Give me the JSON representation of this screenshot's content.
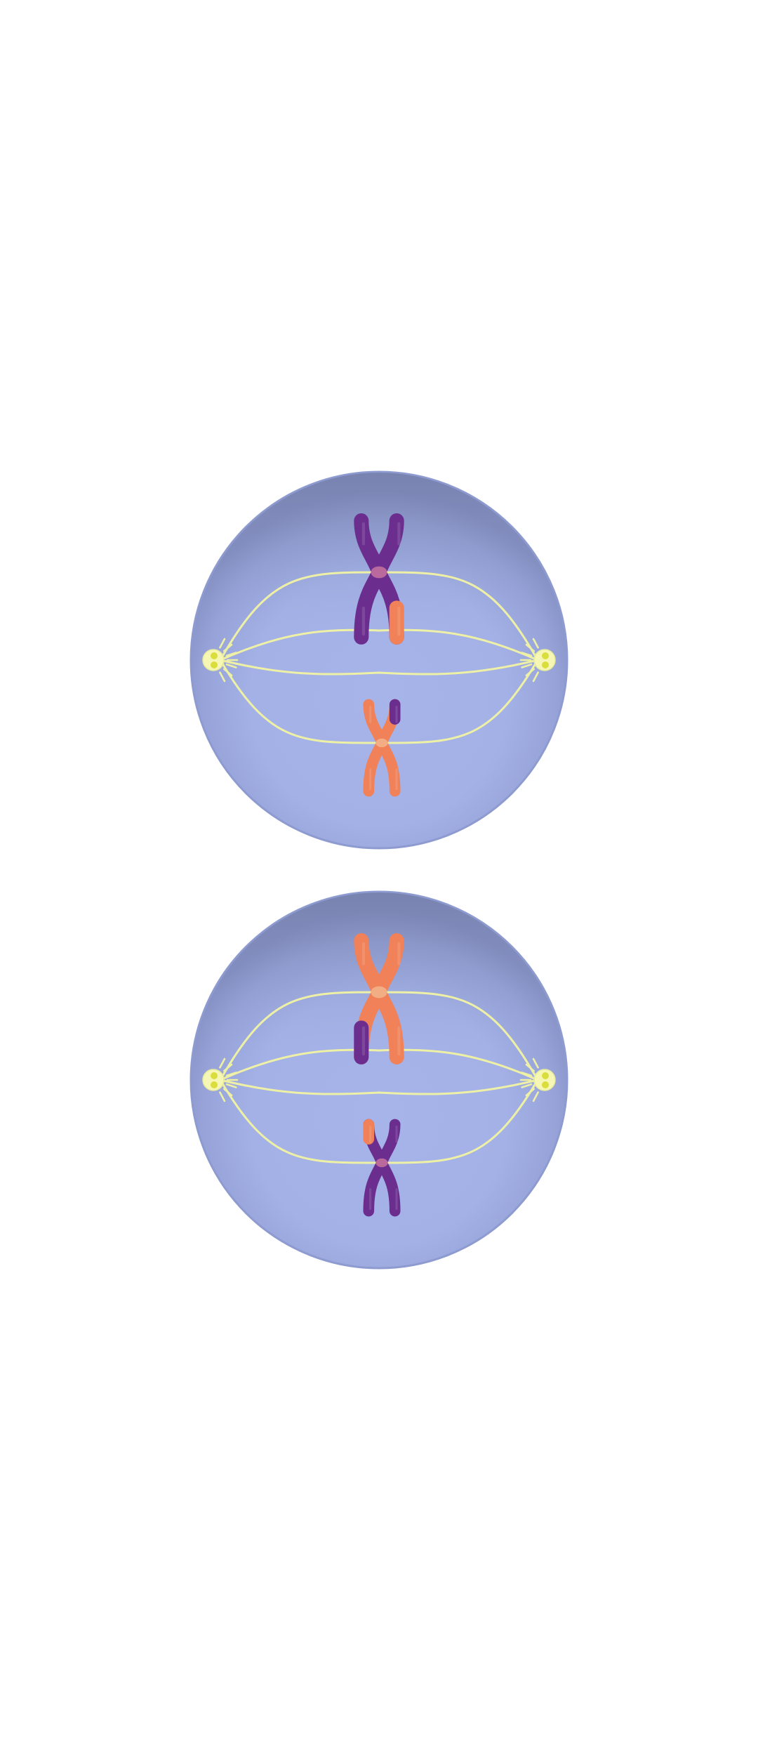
{
  "colors": {
    "background": "#ffffff",
    "cell_fill": "#a3b1e6",
    "cell_shade": "#7d88b6",
    "cell_rim": "#8e9bd0",
    "spindle": "#eef0a6",
    "centrosome": "#f7f7b5",
    "centriole": "#d9de3c",
    "purple": "#6b2e8f",
    "purple_highlight": "#8b52ae",
    "orange": "#f08158",
    "orange_highlight": "#f7a07e",
    "centromere_purple": "#b9699b",
    "centromere_orange": "#f3ad84"
  },
  "cells": [
    {
      "name": "cell-top",
      "chromosomes": [
        {
          "name": "chromosome-large-purple",
          "size": "large",
          "base_color": "purple",
          "swap_arm": "lower-right",
          "swap_color": "orange"
        },
        {
          "name": "chromosome-small-orange",
          "size": "small",
          "base_color": "orange",
          "swap_arm": "upper-right",
          "swap_color": "purple"
        }
      ]
    },
    {
      "name": "cell-bottom",
      "chromosomes": [
        {
          "name": "chromosome-large-orange",
          "size": "large",
          "base_color": "orange",
          "swap_arm": "lower-left",
          "swap_color": "purple"
        },
        {
          "name": "chromosome-small-purple",
          "size": "small",
          "base_color": "purple",
          "swap_arm": "upper-left",
          "swap_color": "orange"
        }
      ]
    }
  ]
}
